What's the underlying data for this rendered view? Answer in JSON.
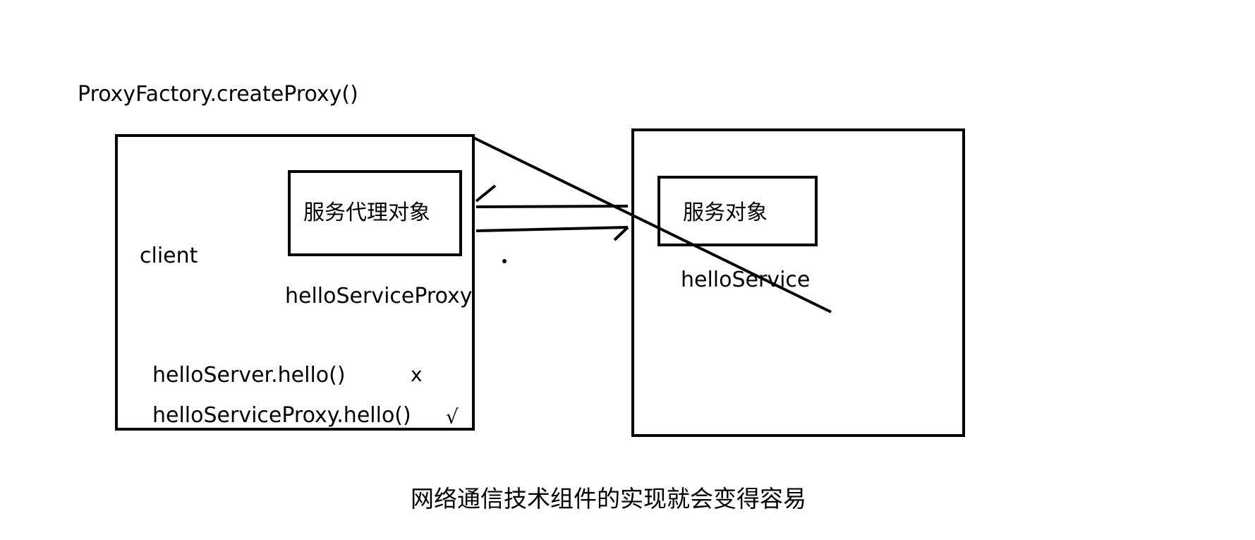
{
  "labels": {
    "factory_call": "ProxyFactory.createProxy()",
    "client": "client",
    "proxy_box_label": "服务代理对象",
    "proxy_name": "helloServiceProxy",
    "call_server": "helloServer.hello()",
    "call_server_mark": "x",
    "call_proxy": "helloServiceProxy.hello()",
    "call_proxy_mark": "√",
    "service_box_label": "服务对象",
    "service_name": "helloService",
    "caption": "网络通信技术组件的实现就会变得容易"
  },
  "colors": {
    "stroke": "#000000",
    "background": "#ffffff"
  }
}
